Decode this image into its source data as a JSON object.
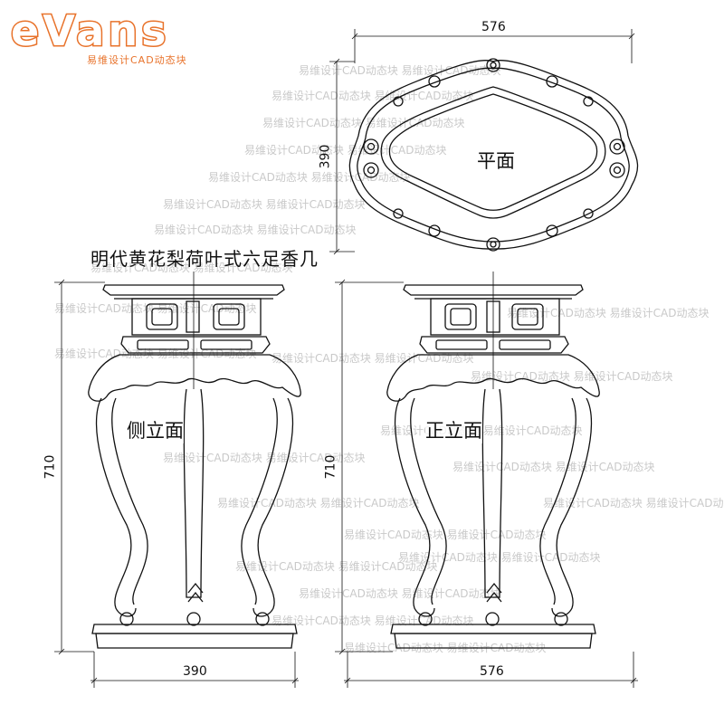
{
  "logo": {
    "brand": "eVans",
    "tagline": "易维设计CAD动态块",
    "color": "#e8722a"
  },
  "drawing": {
    "title": "明代黄花梨荷叶式六足香几",
    "views": {
      "plan": "平面",
      "side": "侧立面",
      "front": "正立面"
    },
    "dimensions": {
      "plan_width": "576",
      "plan_depth": "390",
      "side_height": "710",
      "front_height": "710",
      "side_width": "390",
      "front_width": "576"
    },
    "watermark": "易维设计CAD动态块"
  }
}
